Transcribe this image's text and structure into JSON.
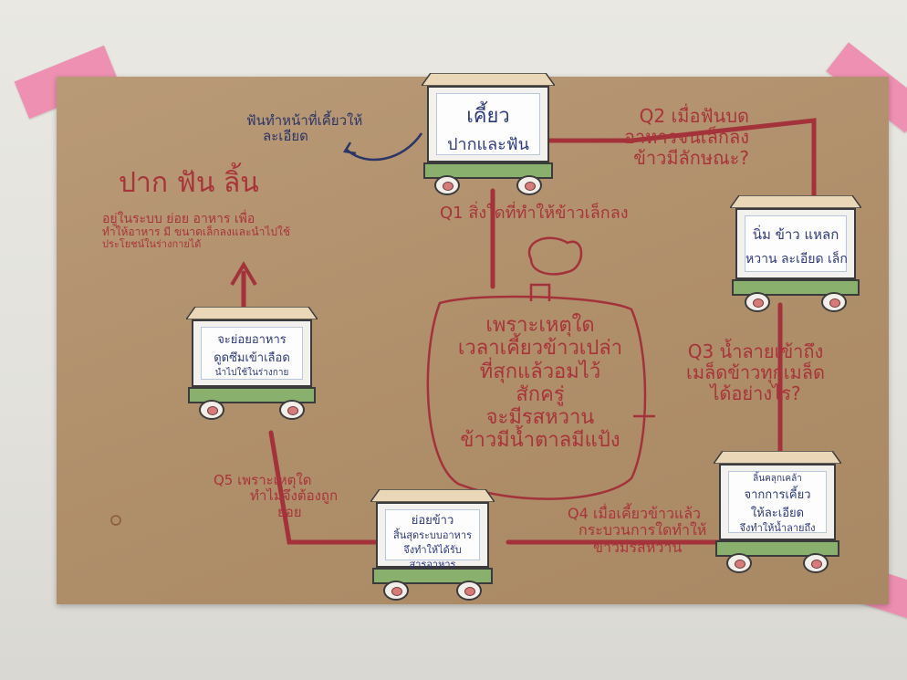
{
  "poster": {
    "colors": {
      "paper": "#b08f6b",
      "marker_red": "#a8343a",
      "marker_blue": "#2e3a7e",
      "tape": "#ef80a8"
    },
    "left_heading": "ปาก  ฟัน  ลิ้น",
    "left_desc": [
      "อยู่ในระบบ ย่อย อาหาร เพื่อ",
      "ทำให้อาหาร มี ขนาดเล็กลงและนำไปใช้",
      "ประโยชน์ในร่างกายได้"
    ],
    "top_note": [
      "ฟันทำหน้าที่เคี้ยวให้",
      "ละเอียด"
    ],
    "q1": "Q1 สิ่งใดที่ทำให้ข้าวเล็กลง",
    "q2": [
      "Q2 เมื่อฟันบด",
      "อาหารจนเล็กลง",
      "ข้าวมีลักษณะ?"
    ],
    "q3": [
      "Q3 น้ำลายเข้าถึง",
      "เมล็ดข้าวทุกเมล็ด",
      "ได้อย่างไร?"
    ],
    "q4": [
      "Q4   เมื่อเคี้ยวข้าวแล้ว",
      "กระบวนการใดทำให้",
      "ข้าวมีรสหวาน"
    ],
    "q5": [
      "Q5 เพราะเหตุใด",
      "ทำไมจึงต้องถูก",
      "ย่อย"
    ],
    "center_box": [
      "เพราะเหตุใด",
      "เวลาเคี้ยวข้าวเปล่า",
      "ที่สุกแล้วอมไว้",
      "สักครู่",
      "จะมีรสหวาน",
      "ข้าวมีน้ำตาลมีแป้ง"
    ],
    "carts": {
      "top": [
        "เคี้ยว",
        "ปากและฟัน"
      ],
      "right": [
        "นิ่ม  ข้าว  แหลก",
        "หวาน ละเอียด เล็ก"
      ],
      "bottom_right": [
        "ลิ้นคลุกเคล้า",
        "จากการเคี้ยว",
        "ให้ละเอียด",
        "จึงทำให้น้ำลายถึง"
      ],
      "bottom": [
        "ย่อยข้าว",
        "สิ้นสุดระบบอาหาร",
        "จึงทำให้ได้รับ",
        "สารอาหาร"
      ],
      "left": [
        "จะย่อยอาหาร",
        "ดูดซึมเข้าเลือด",
        "นำไปใช้ในร่างกาย"
      ]
    }
  }
}
